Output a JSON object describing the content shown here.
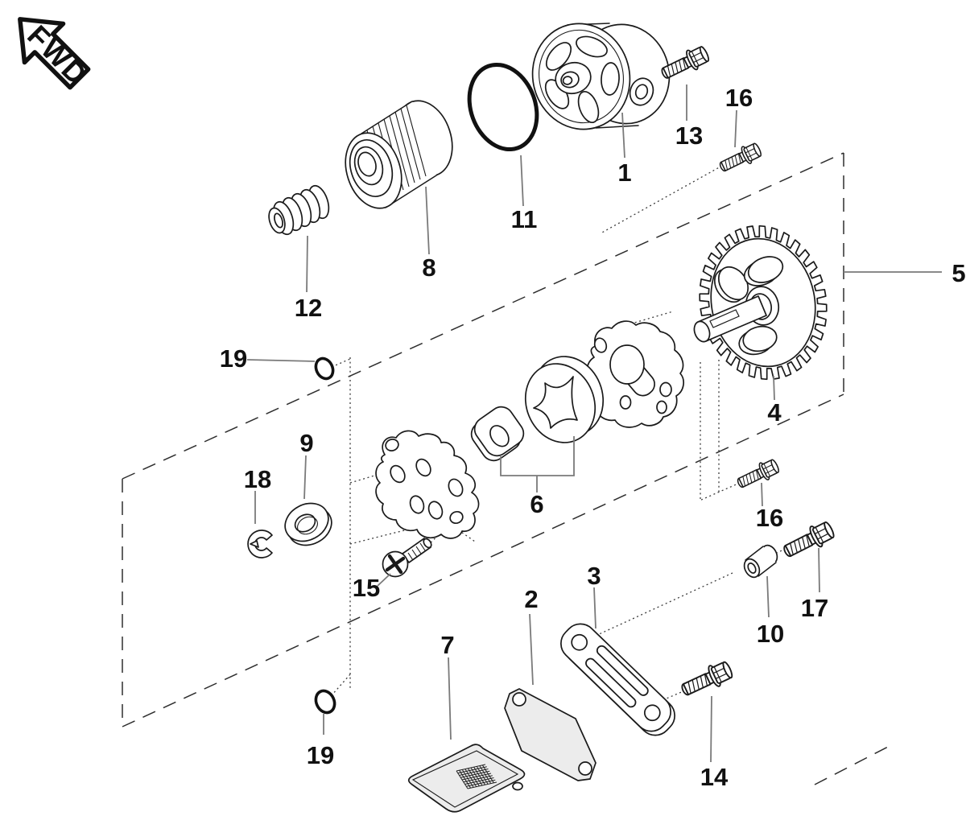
{
  "diagram_kind": "exploded-parts-diagram",
  "direction_label": {
    "text": "FWD"
  },
  "colors": {
    "line": "#1a1a1a",
    "leader": "#7a7a7a",
    "shaded_fill": "#ececec",
    "label": "#111111",
    "background": "#ffffff"
  },
  "callouts": {
    "c1": {
      "text": "1"
    },
    "c13": {
      "text": "13"
    },
    "c16a": {
      "text": "16"
    },
    "c11": {
      "text": "11"
    },
    "c8": {
      "text": "8"
    },
    "c12": {
      "text": "12"
    },
    "c5": {
      "text": "5"
    },
    "c4": {
      "text": "4"
    },
    "c19a": {
      "text": "19"
    },
    "c9": {
      "text": "9"
    },
    "c18": {
      "text": "18"
    },
    "c6": {
      "text": "6"
    },
    "c15": {
      "text": "15"
    },
    "c2": {
      "text": "2"
    },
    "c3": {
      "text": "3"
    },
    "c7": {
      "text": "7"
    },
    "c16b": {
      "text": "16"
    },
    "c17": {
      "text": "17"
    },
    "c10": {
      "text": "10"
    },
    "c14": {
      "text": "14"
    },
    "c19b": {
      "text": "19"
    }
  }
}
